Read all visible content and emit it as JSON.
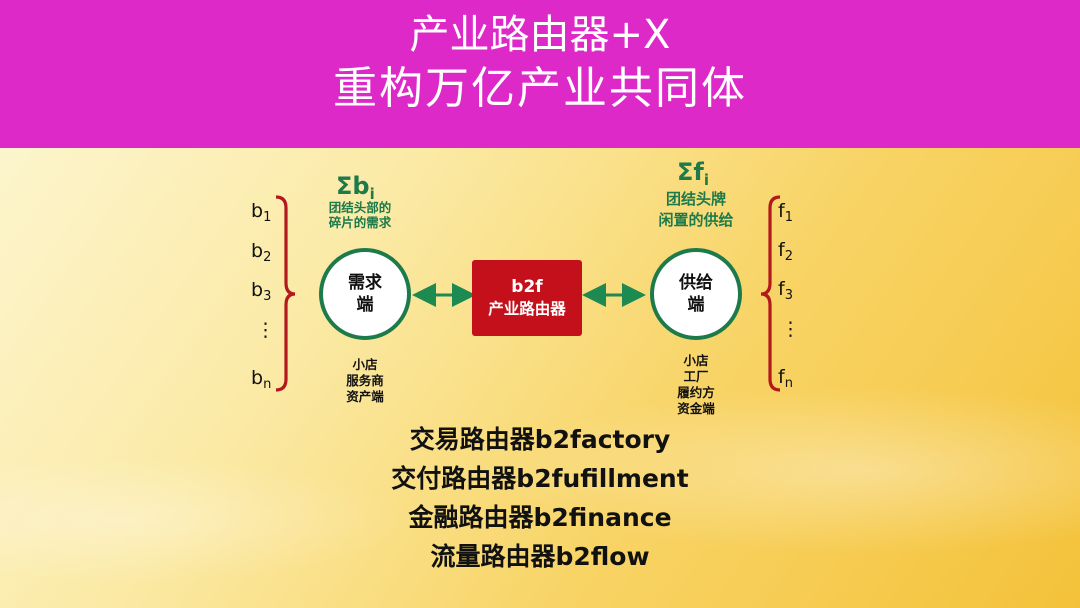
{
  "header": {
    "title_line1": "产业路由器+X",
    "title_line2": "重构万亿产业共同体"
  },
  "colors": {
    "header_bg": "#de29c9",
    "accent_green": "#1d7a4b",
    "router_red": "#c3101a",
    "brace_red": "#b3181c"
  },
  "left": {
    "sum_base": "Σb",
    "sum_sub": "i",
    "desc_lines": [
      "团结头部的",
      "碎片的需求"
    ],
    "node_lines": [
      "需求",
      "端"
    ],
    "members": [
      "小店",
      "服务商",
      "资产端"
    ],
    "items": [
      {
        "base": "b",
        "sub": "1"
      },
      {
        "base": "b",
        "sub": "2"
      },
      {
        "base": "b",
        "sub": "3"
      },
      {
        "base": "⋮",
        "sub": ""
      },
      {
        "base": "b",
        "sub": "n"
      }
    ]
  },
  "center": {
    "line1": "b2f",
    "line2": "产业路由器"
  },
  "right": {
    "sum_base": "Σf",
    "sum_sub": "i",
    "desc_lines": [
      "团结头牌",
      "闲置的供给"
    ],
    "node_lines": [
      "供给",
      "端"
    ],
    "members": [
      "小店",
      "工厂",
      "履约方",
      "资金端"
    ],
    "items": [
      {
        "base": "f",
        "sub": "1"
      },
      {
        "base": "f",
        "sub": "2"
      },
      {
        "base": "f",
        "sub": "3"
      },
      {
        "base": "⋮",
        "sub": ""
      },
      {
        "base": "f",
        "sub": "n"
      }
    ]
  },
  "routers": [
    "交易路由器b2factory",
    "交付路由器b2fufillment",
    "金融路由器b2finance",
    "流量路由器b2flow"
  ]
}
